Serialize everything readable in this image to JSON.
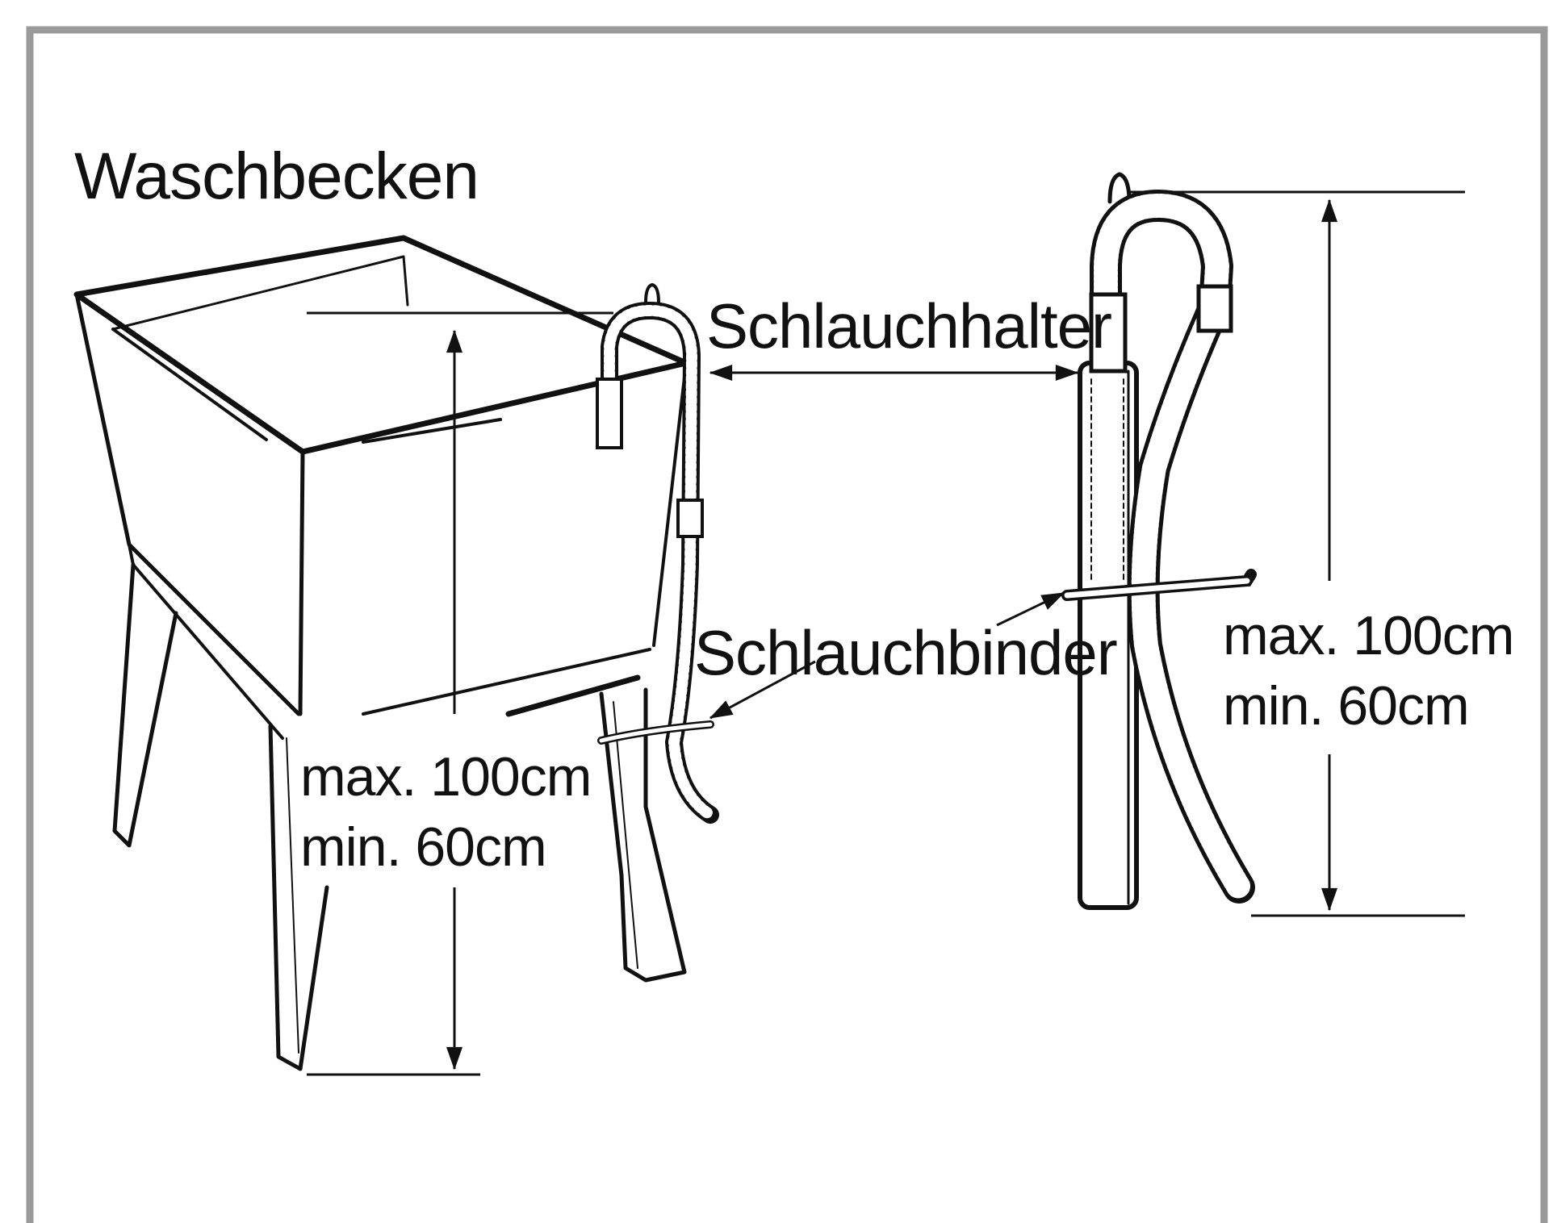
{
  "title": "Waschbecken",
  "labels": {
    "hose_holder": "Schlauchhalter",
    "cable_tie": "Schlauchbinder"
  },
  "dimension_left": {
    "max": "max. 100cm",
    "min": "min. 60cm"
  },
  "dimension_right": {
    "max": "max. 100cm",
    "min": "min. 60cm"
  },
  "colors": {
    "frame": "#9a9a9a",
    "ink": "#111111",
    "background": "#ffffff"
  }
}
